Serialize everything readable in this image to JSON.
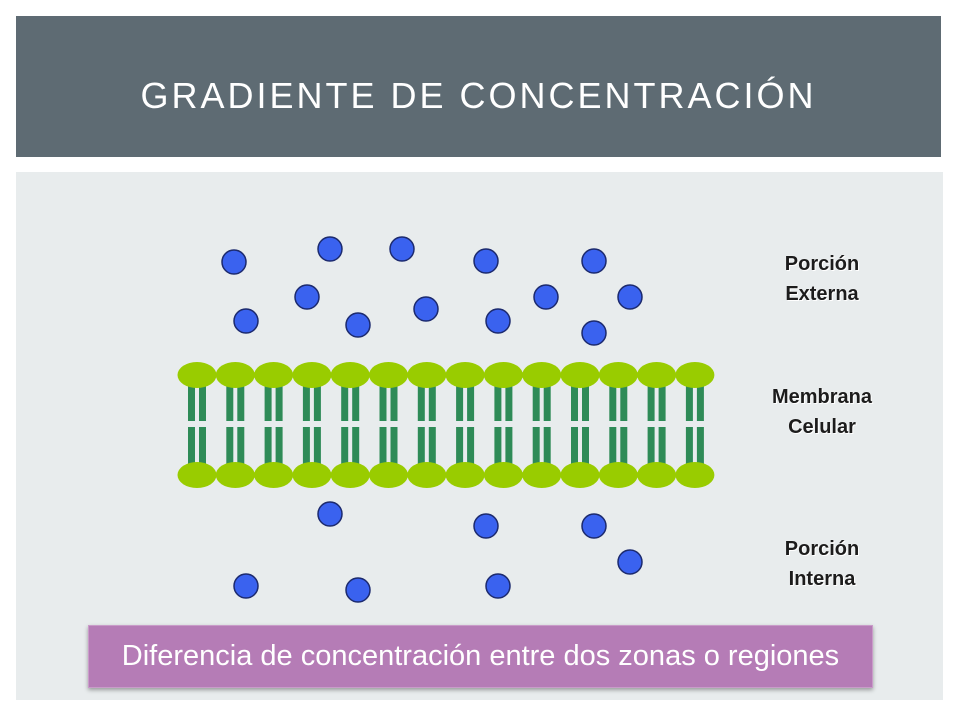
{
  "slide": {
    "title": "GRADIENTE DE CONCENTRACIÓN"
  },
  "diagram": {
    "labels": {
      "external": {
        "line1": "Porción",
        "line2": "Externa"
      },
      "membrane": {
        "line1": "Membrana",
        "line2": "Celular"
      },
      "internal": {
        "line1": "Porción",
        "line2": "Interna"
      }
    },
    "caption": "Diferencia de concentración entre dos zonas o regiones"
  },
  "colors": {
    "header_bg": "#5e6b73",
    "panel_bg": "#e8eced",
    "title_text": "#ffffff",
    "molecule_fill": "#3a62ef",
    "molecule_stroke": "#1c2a6e",
    "lipid_head": "#99cc00",
    "lipid_tail": "#2e8b57",
    "caption_bg": "#b57cb6",
    "caption_text": "#ffffff"
  }
}
